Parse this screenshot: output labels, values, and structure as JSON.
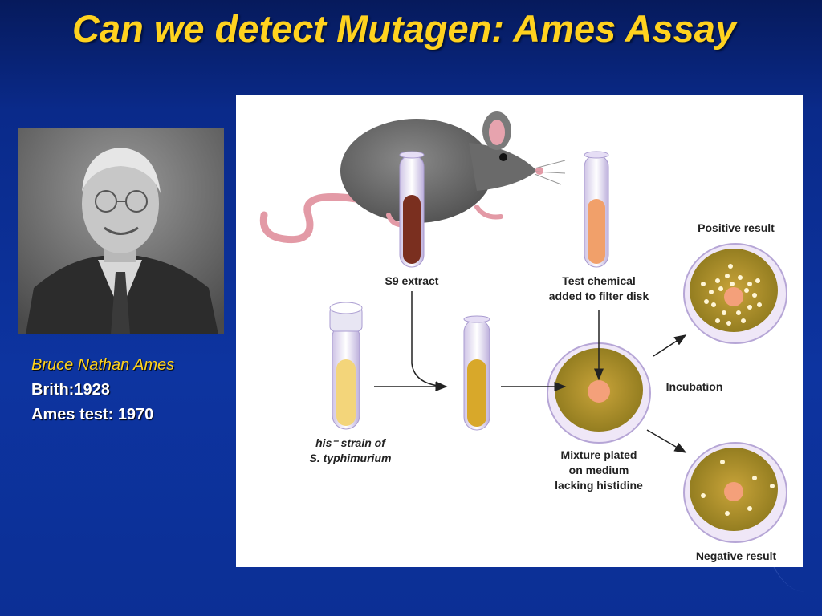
{
  "slide": {
    "title": "Can we detect Mutagen: Ames Assay"
  },
  "person": {
    "name": "Bruce Nathan Ames",
    "birth": "Brith:1928",
    "test": "Ames test: 1970"
  },
  "diagram": {
    "s9_extract": "S9 extract",
    "test_chemical_line1": "Test chemical",
    "test_chemical_line2": "added to filter disk",
    "his_strain_line1": "his⁻ strain of",
    "his_strain_line2": "S. typhimurium",
    "incubation": "Incubation",
    "mixture_line1": "Mixture plated",
    "mixture_line2": "on medium",
    "mixture_line3": "lacking histidine",
    "positive_result": "Positive result",
    "negative_result": "Negative result"
  }
}
